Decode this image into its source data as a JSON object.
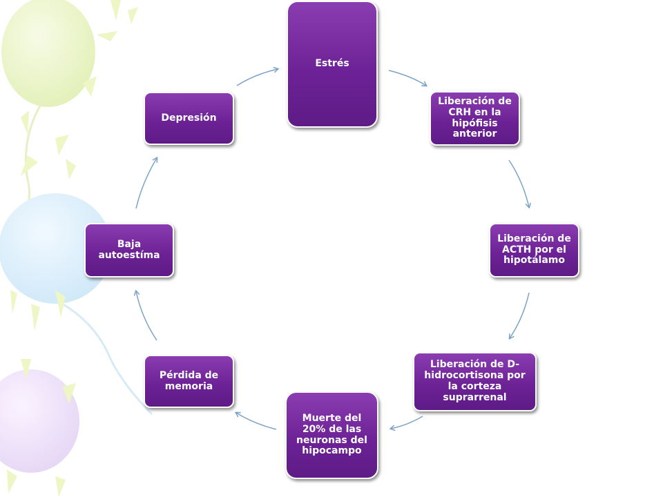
{
  "diagram": {
    "nodes": [
      {
        "id": "estres",
        "label": "Estrés"
      },
      {
        "id": "crh",
        "label": "Liberación de CRH en la hipófisis anterior"
      },
      {
        "id": "acth",
        "label": "Liberación de ACTH por el hipotálamo"
      },
      {
        "id": "hidrocortisona",
        "label": "Liberación de D-hidrocortisona por la corteza suprarrenal"
      },
      {
        "id": "neuronas",
        "label": "Muerte del 20% de las neuronas del hipocampo"
      },
      {
        "id": "memoria",
        "label": "Pérdida de memoria"
      },
      {
        "id": "autoestima",
        "label": "Baja autoestíma"
      },
      {
        "id": "depresion",
        "label": "Depresión"
      }
    ],
    "edges": [
      {
        "from": "estres",
        "to": "crh"
      },
      {
        "from": "crh",
        "to": "acth"
      },
      {
        "from": "acth",
        "to": "hidrocortisona"
      },
      {
        "from": "hidrocortisona",
        "to": "neuronas"
      },
      {
        "from": "neuronas",
        "to": "memoria"
      },
      {
        "from": "memoria",
        "to": "autoestima"
      },
      {
        "from": "autoestima",
        "to": "depresion"
      },
      {
        "from": "depresion",
        "to": "estres"
      }
    ],
    "colors": {
      "node_fill": "#6d2296",
      "node_border": "#ffffff",
      "arrow": "#7aa2c8",
      "text": "#ffffff"
    }
  }
}
